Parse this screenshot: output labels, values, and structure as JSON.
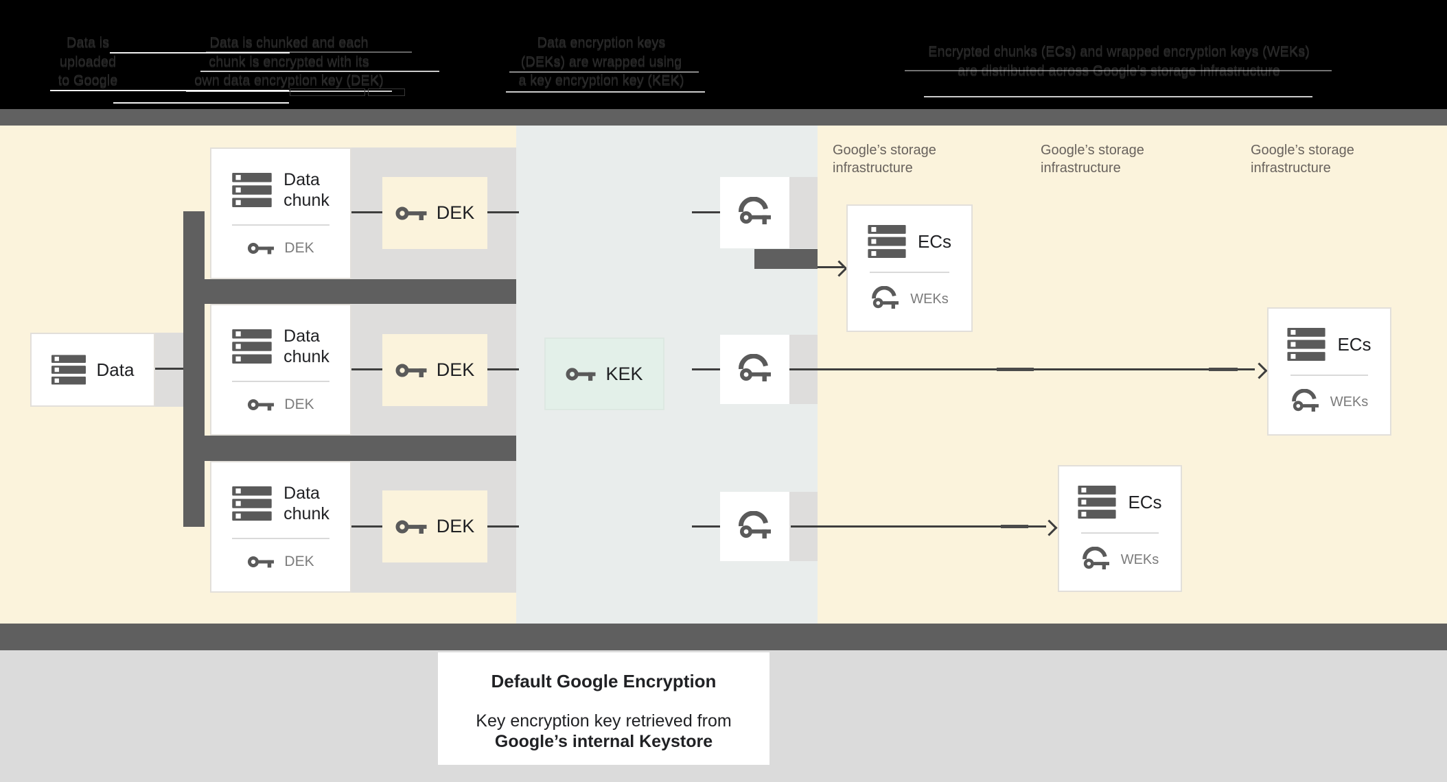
{
  "header": {
    "steps": [
      {
        "lines": [
          "Data is",
          "uploaded",
          "to Google"
        ]
      },
      {
        "lines": [
          "Data is chunked and each",
          "chunk is encrypted with its",
          "own data encryption key (DEK)"
        ]
      },
      {
        "lines": [
          "Data encryption keys",
          "(DEKs) are wrapped using",
          "a key encryption key (KEK)"
        ]
      },
      {
        "lines": [
          "Encrypted chunks (ECs) and wrapped encryption keys (WEKs)",
          "are distributed across Google’s storage infrastructure"
        ]
      }
    ]
  },
  "diagram": {
    "data_box": {
      "icon": "server-icon",
      "label": "Data"
    },
    "chunk_boxes": [
      {
        "icon": "server-icon",
        "title_lines": [
          "Data",
          "chunk"
        ],
        "key_icon": "key-icon",
        "key_label": "DEK"
      },
      {
        "icon": "server-icon",
        "title_lines": [
          "Data",
          "chunk"
        ],
        "key_icon": "key-icon",
        "key_label": "DEK"
      },
      {
        "icon": "server-icon",
        "title_lines": [
          "Data",
          "chunk"
        ],
        "key_icon": "key-icon",
        "key_label": "DEK"
      }
    ],
    "dek_boxes": [
      {
        "icon": "key-icon",
        "label": "DEK"
      },
      {
        "icon": "key-icon",
        "label": "DEK"
      },
      {
        "icon": "key-icon",
        "label": "DEK"
      }
    ],
    "kek_box": {
      "icon": "key-icon",
      "label": "KEK"
    },
    "wrapped_key_boxes": [
      {
        "icon": "wrapped-key-icon"
      },
      {
        "icon": "wrapped-key-icon"
      },
      {
        "icon": "wrapped-key-icon"
      }
    ],
    "storage_labels": [
      {
        "lines": [
          "Google’s storage",
          "infrastructure"
        ]
      },
      {
        "lines": [
          "Google’s storage",
          "infrastructure"
        ]
      },
      {
        "lines": [
          "Google’s storage",
          "infrastructure"
        ]
      }
    ],
    "ec_boxes": [
      {
        "icon": "server-icon",
        "title": "ECs",
        "key_icon": "wrapped-key-icon",
        "key_label": "WEKs"
      },
      {
        "icon": "server-icon",
        "title": "ECs",
        "key_icon": "wrapped-key-icon",
        "key_label": "WEKs"
      },
      {
        "icon": "server-icon",
        "title": "ECs",
        "key_icon": "wrapped-key-icon",
        "key_label": "WEKs"
      }
    ]
  },
  "caption": {
    "title": "Default Google Encryption",
    "body_lines": [
      "Key encryption key retrieved from",
      "Google’s internal Keystore"
    ]
  },
  "colors": {
    "header_bg": "#000000",
    "header_text": "#2a2a2a",
    "top_gray_bar": "#616161",
    "dark_gray": "#5f5f5f",
    "yellow_bg": "#fbf3dc",
    "mid_section_bg": "#e9edec",
    "light_band": "#dedddc",
    "kek_bg": "#e3f0e9",
    "box_bg": "#ffffff",
    "box_border": "#e2dfda",
    "icon_gray": "#5a5a5a",
    "text_dark": "#202124",
    "text_gray": "#7b7b7b",
    "storage_label_text": "#68625d",
    "connector_line": "#3d3d3d",
    "bottom_bg": "#dbdbdb"
  }
}
